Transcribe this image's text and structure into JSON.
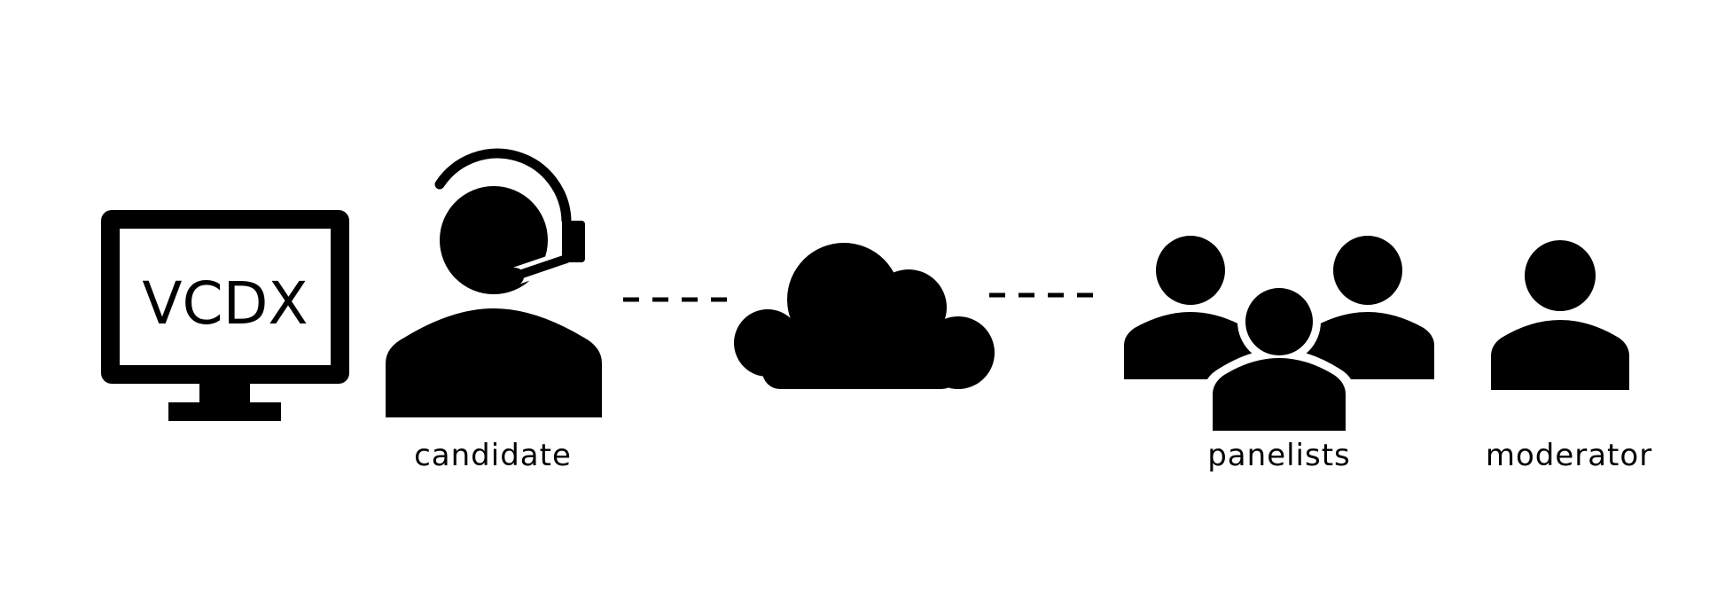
{
  "monitor": {
    "screen_text": "VCDX"
  },
  "labels": {
    "candidate": "candidate",
    "panelists": "panelists",
    "moderator": "moderator"
  },
  "icons": {
    "monitor": "monitor-icon",
    "candidate": "headset-person-icon",
    "cloud": "cloud-icon",
    "panelists": "group-icon",
    "moderator": "person-icon"
  },
  "colors": {
    "foreground": "#000000",
    "background": "#ffffff"
  }
}
